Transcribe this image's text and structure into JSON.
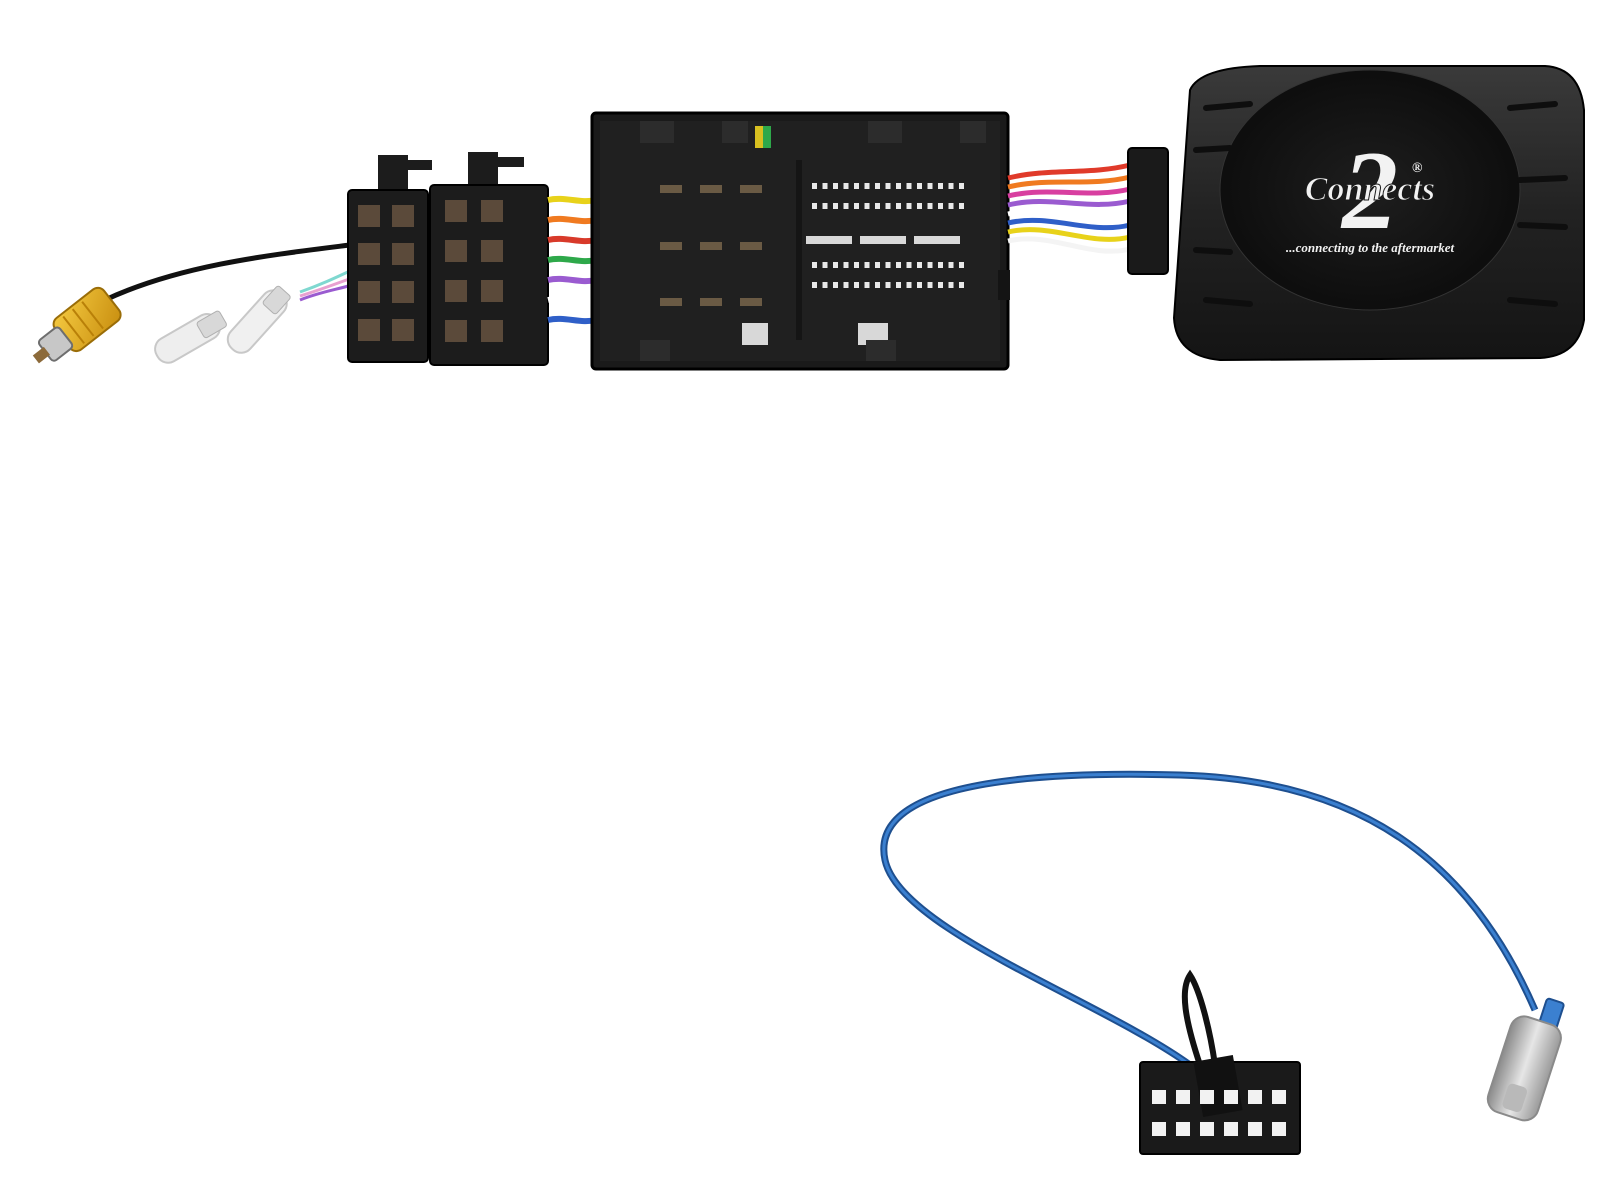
{
  "product": {
    "brand_script": "Connects",
    "brand_number": "2",
    "registered_mark": "®",
    "tagline": "...connecting to the aftermarket"
  },
  "colors": {
    "module_body": "#2a2a2a",
    "connector_black": "#1c1c1c",
    "rca_yellow": "#e8b21a",
    "blue_cable": "#2b6cb8",
    "brand_text": "#f2f2f2"
  },
  "wires": {
    "module_side": [
      "#e03a2a",
      "#f07a20",
      "#d83fa0",
      "#9a5bd0",
      "#ffffff",
      "#2f5fc8",
      "#e8d21a",
      "#f4f4f4"
    ],
    "iso_side": [
      "#e8d21a",
      "#f07a20",
      "#d83a2a",
      "#2ea84a",
      "#9a5bd0",
      "#ffffff",
      "#2f5fc8"
    ]
  },
  "icons": {
    "rca": "rca-plug-icon",
    "spade": "spade-terminal-icon",
    "iso": "iso-connector-icon",
    "harness": "harness-connector-icon",
    "module": "interface-module-icon",
    "molex": "molex-connector-icon",
    "antenna": "antenna-plug-icon"
  }
}
